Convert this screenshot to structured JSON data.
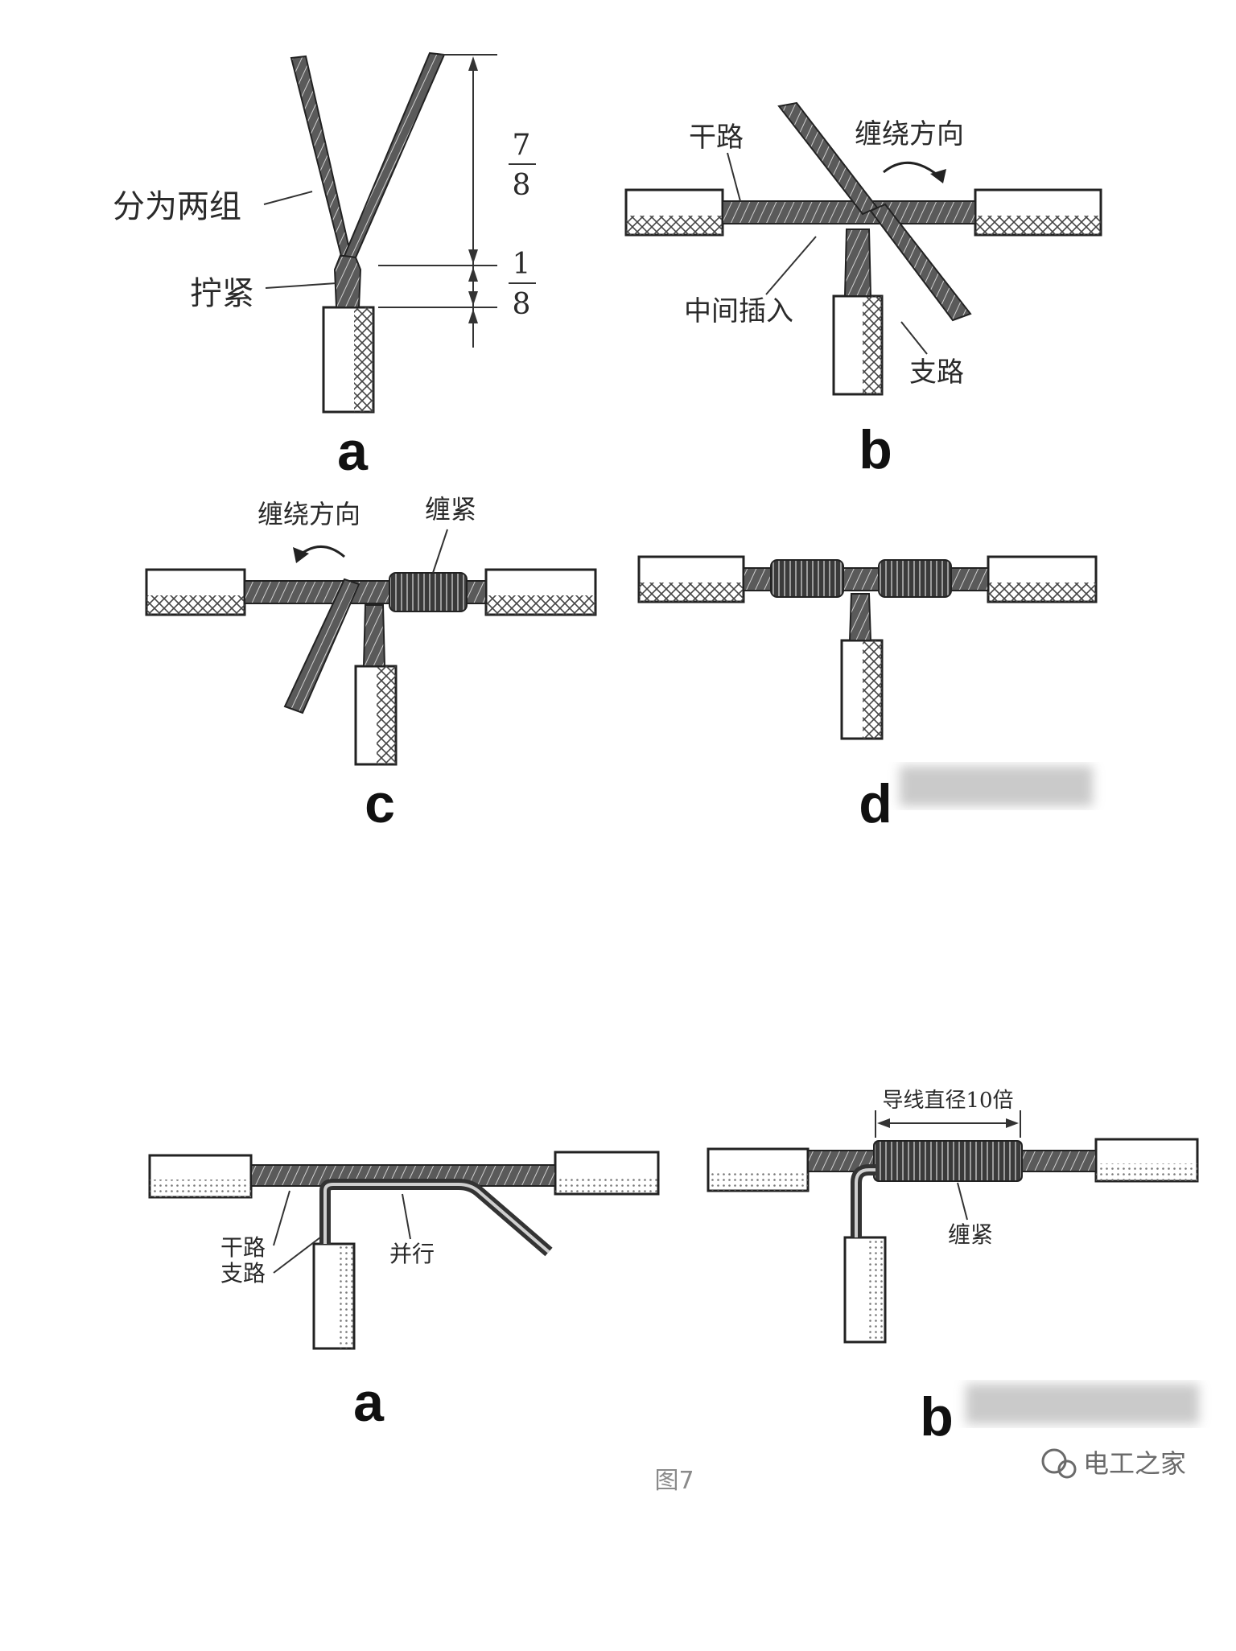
{
  "figure_top": {
    "panel_a": {
      "letter": "a",
      "label_split": "分为两组",
      "label_twist": "拧紧",
      "fraction_upper": {
        "num": "7",
        "den": "8"
      },
      "fraction_lower": {
        "num": "1",
        "den": "8"
      }
    },
    "panel_b": {
      "letter": "b",
      "label_trunk": "干路",
      "label_direction": "缠绕方向",
      "label_insert": "中间插入",
      "label_branch": "支路"
    },
    "panel_c": {
      "letter": "c",
      "label_direction": "缠绕方向",
      "label_tighten": "缠紧"
    },
    "panel_d": {
      "letter": "d"
    }
  },
  "figure_bottom": {
    "panel_a": {
      "letter": "a",
      "label_trunk": "干路",
      "label_branch": "支路",
      "label_parallel": "并行"
    },
    "panel_b": {
      "letter": "b",
      "label_length": "导线直径10倍",
      "label_tighten": "缠紧"
    },
    "caption": "图7",
    "watermark": "电工之家"
  },
  "colors": {
    "ink": "#2a2a2a",
    "caption": "#8a8a8a"
  }
}
